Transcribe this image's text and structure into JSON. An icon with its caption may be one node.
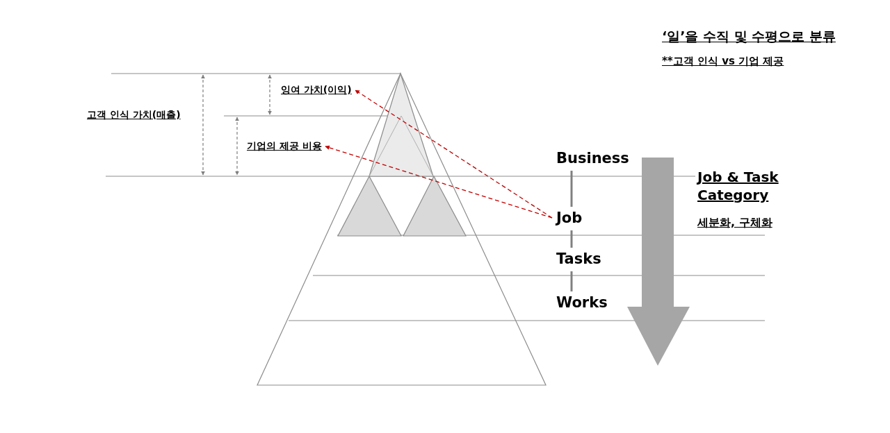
{
  "diagram": {
    "title": "‘일’을 수직 및 수평으로 분류",
    "nodes": [
      {
        "text": [
          "잉여 가치(이익)"
        ]
      },
      {
        "text": [
          "기업의 제공 비용"
        ]
      },
      {
        "text": [
          "Business"
        ]
      },
      {
        "text": [
          "Job"
        ]
      },
      {
        "text": [
          "Tasks"
        ]
      },
      {
        "text": [
          "Works"
        ]
      }
    ],
    "edges": [
      {
        "from": 3,
        "to": 0,
        "arrow": "to",
        "style": "dashed",
        "color": "#c00000"
      },
      {
        "from": 3,
        "to": 1,
        "arrow": "to",
        "style": "dashed",
        "color": "#c00000"
      },
      {
        "from": 2,
        "to": 3,
        "arrow": "none"
      },
      {
        "from": 3,
        "to": 4,
        "arrow": "none"
      },
      {
        "from": 4,
        "to": 5,
        "arrow": "none"
      }
    ],
    "labels": [
      "**고객 인식 vs 기업 제공",
      "고객 인식 가치(매출)",
      "Job & Task Category",
      "세분화, 구체화"
    ]
  }
}
